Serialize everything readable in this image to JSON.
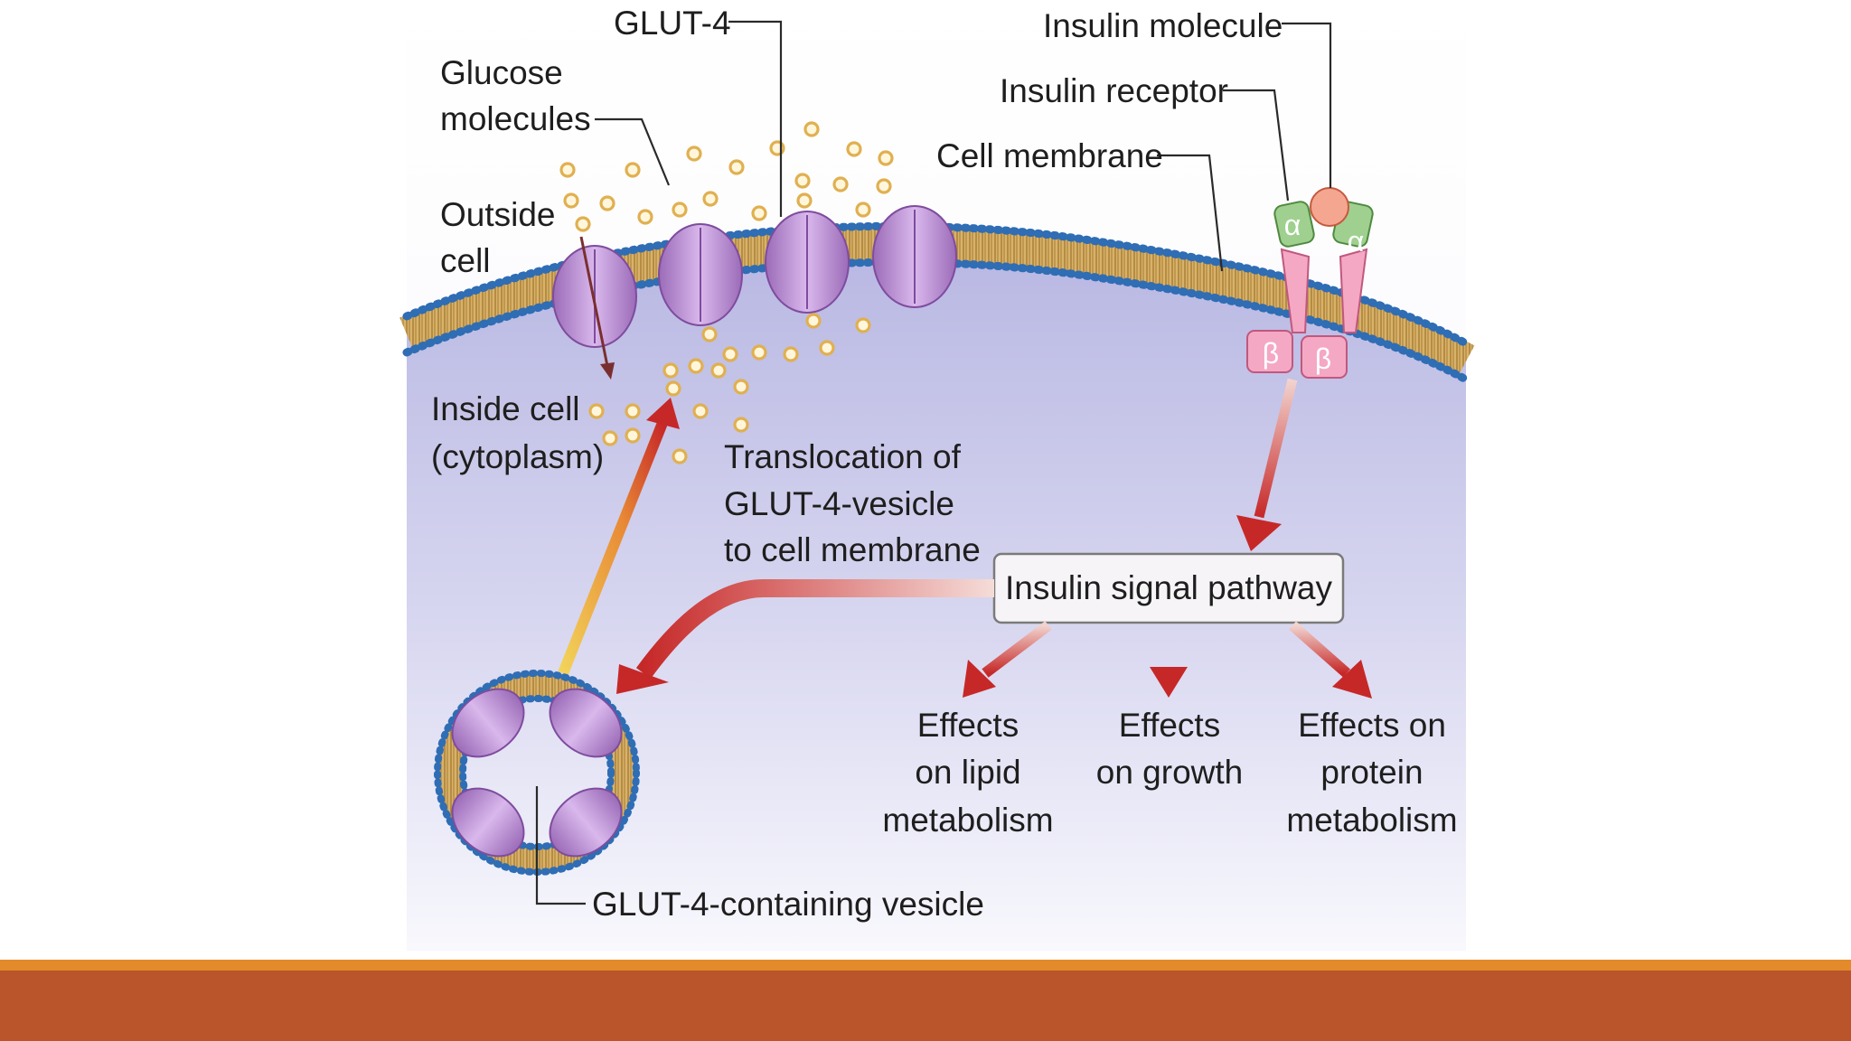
{
  "labels": {
    "glut4": "GLUT-4",
    "insulin_molecule": "Insulin molecule",
    "glucose_molecules": [
      "Glucose",
      "molecules"
    ],
    "insulin_receptor": "Insulin receptor",
    "cell_membrane": "Cell membrane",
    "outside_cell": [
      "Outside",
      "cell"
    ],
    "inside_cell": [
      "Inside cell",
      "(cytoplasm)"
    ],
    "translocation": [
      "Translocation of",
      "GLUT-4-vesicle",
      "to cell membrane"
    ],
    "signal_pathway": "Insulin signal pathway",
    "effect_lipid": [
      "Effects",
      "on lipid",
      "metabolism"
    ],
    "effect_growth": [
      "Effects",
      "on growth"
    ],
    "effect_protein": [
      "Effects on",
      "protein",
      "metabolism"
    ],
    "vesicle": "GLUT-4-containing vesicle",
    "receptor_subunits": {
      "alpha": "α",
      "beta": "β"
    }
  },
  "colors": {
    "footer_bar": "#b9542b",
    "footer_stripe": "#e38a2a",
    "glut_protein": "#c9a0dc",
    "glucose": "#e0b050",
    "arrow_red": "#c62828",
    "receptor_alpha": "#9fd08f",
    "receptor_beta": "#f4a8c4",
    "insulin": "#f5a690"
  }
}
